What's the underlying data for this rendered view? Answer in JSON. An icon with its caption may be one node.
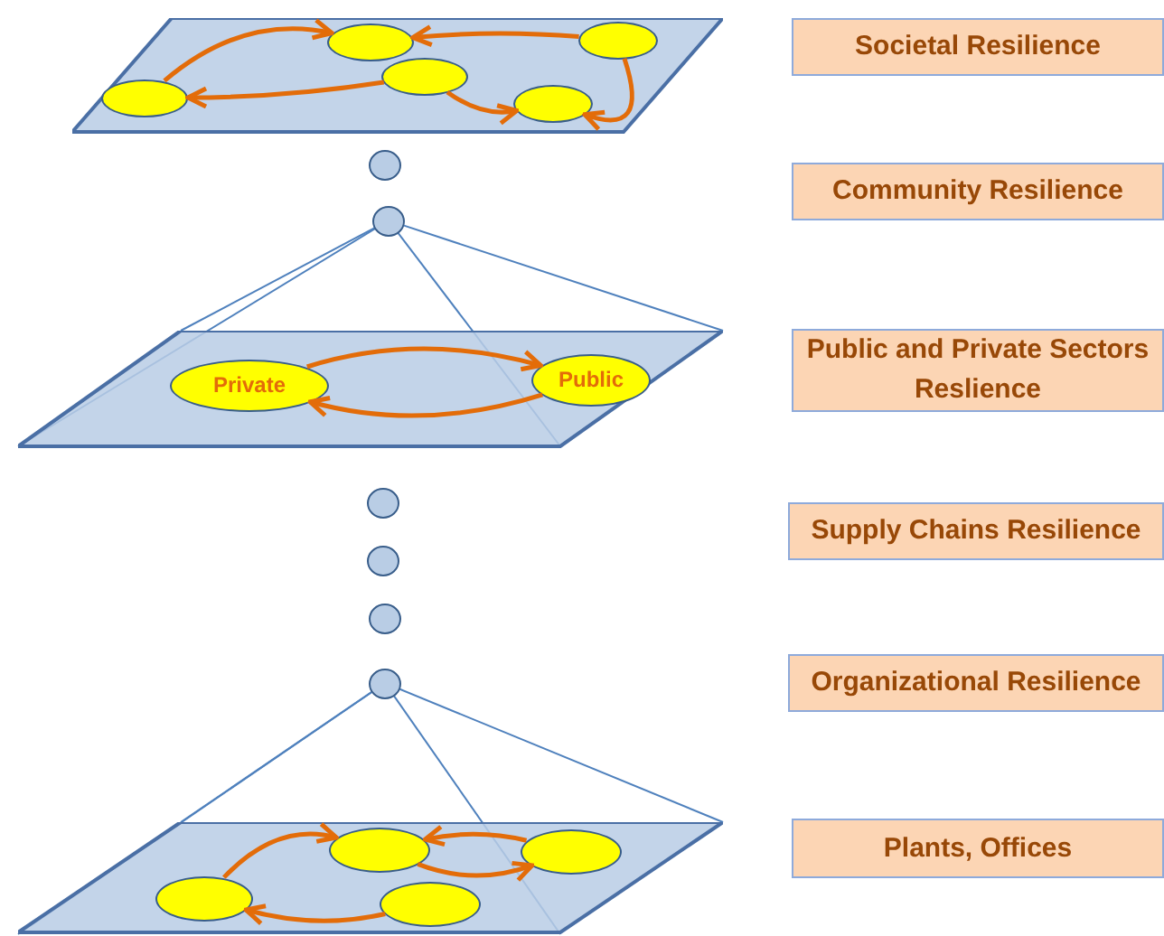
{
  "diagram": {
    "nodes": [
      {
        "text": [],
        "shape": "parallelogram"
      },
      {
        "text": [],
        "shape": "ellipse",
        "in": 0
      },
      {
        "text": [],
        "shape": "ellipse",
        "in": 0
      },
      {
        "text": [],
        "shape": "ellipse",
        "in": 0
      },
      {
        "text": [],
        "shape": "ellipse",
        "in": 0
      },
      {
        "text": [],
        "shape": "ellipse",
        "in": 0
      },
      {
        "text": [],
        "shape": "circle"
      },
      {
        "text": [],
        "shape": "circle"
      },
      {
        "text": [],
        "shape": "parallelogram"
      },
      {
        "text": [
          "Private"
        ],
        "in": 8
      },
      {
        "text": [
          "Public"
        ],
        "in": 8
      },
      {
        "text": [],
        "shape": "circle"
      },
      {
        "text": [],
        "shape": "circle"
      },
      {
        "text": [],
        "shape": "circle"
      },
      {
        "text": [],
        "shape": "circle"
      },
      {
        "text": [],
        "shape": "parallelogram"
      },
      {
        "text": [],
        "shape": "ellipse",
        "in": 15
      },
      {
        "text": [],
        "shape": "ellipse",
        "in": 15
      },
      {
        "text": [],
        "shape": "ellipse",
        "in": 15
      },
      {
        "text": [],
        "shape": "ellipse",
        "in": 15
      },
      {
        "text": [
          "Societal Resilience"
        ]
      },
      {
        "text": [
          "Community Resilience"
        ]
      },
      {
        "text": [
          "Public and Private Sectors Reslience"
        ]
      },
      {
        "text": [
          "Supply Chains Resilience"
        ]
      },
      {
        "text": [
          "Organizational Resilience"
        ]
      },
      {
        "text": [
          "Plants, Offices"
        ]
      }
    ],
    "edges": [
      {
        "from": 1,
        "to": 2,
        "arrow": "to"
      },
      {
        "from": 3,
        "to": 1,
        "arrow": "to"
      },
      {
        "from": 3,
        "to": 4,
        "arrow": "to"
      },
      {
        "from": 5,
        "to": 2,
        "arrow": "to"
      },
      {
        "from": 5,
        "to": 4,
        "arrow": "to"
      },
      {
        "from": 7,
        "to": 8,
        "arrow": "none",
        "color": "#4f81bd"
      },
      {
        "from": 7,
        "to": 8,
        "arrow": "none",
        "color": "#4f81bd"
      },
      {
        "from": 7,
        "to": 8,
        "arrow": "none",
        "color": "#4f81bd"
      },
      {
        "from": 7,
        "to": 8,
        "arrow": "none",
        "color": "#4f81bd"
      },
      {
        "from": 9,
        "to": 10,
        "arrow": "to"
      },
      {
        "from": 10,
        "to": 9,
        "arrow": "to"
      },
      {
        "from": 14,
        "to": 15,
        "arrow": "none",
        "color": "#4f81bd"
      },
      {
        "from": 14,
        "to": 15,
        "arrow": "none",
        "color": "#4f81bd"
      },
      {
        "from": 14,
        "to": 15,
        "arrow": "none",
        "color": "#4f81bd"
      },
      {
        "from": 14,
        "to": 15,
        "arrow": "none",
        "color": "#4f81bd"
      },
      {
        "from": 16,
        "to": 17,
        "arrow": "to"
      },
      {
        "from": 17,
        "to": 19,
        "arrow": "to"
      },
      {
        "from": 19,
        "to": 17,
        "arrow": "to"
      },
      {
        "from": 18,
        "to": 16,
        "arrow": "to"
      }
    ]
  }
}
